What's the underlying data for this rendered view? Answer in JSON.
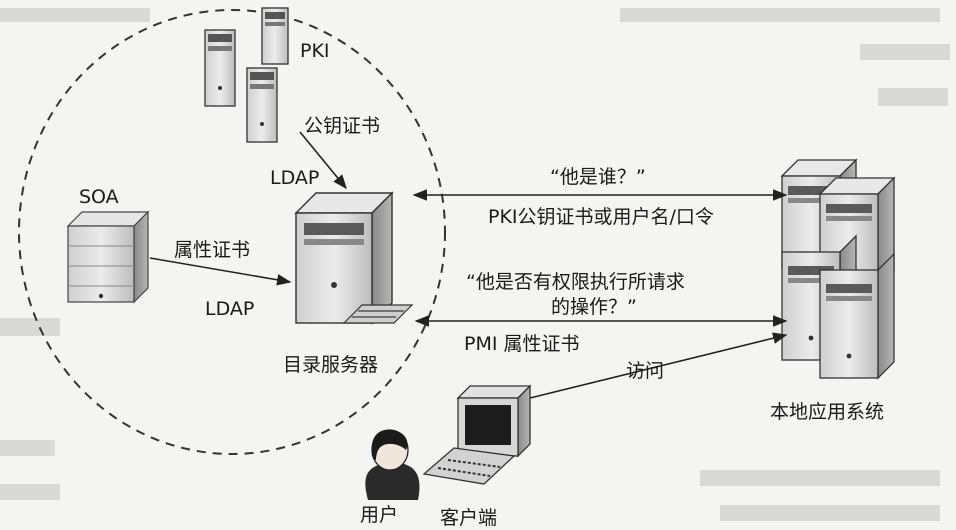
{
  "labels": {
    "pki": "PKI",
    "public_key_cert": "公钥证书",
    "ldap_top": "LDAP",
    "soa": "SOA",
    "attr_cert": "属性证书",
    "ldap_bottom": "LDAP",
    "directory_server": "目录服务器",
    "who_is_he": "“他是谁？”",
    "pki_or_password": "PKI公钥证书或用户名/口令",
    "has_permission_line1": "“他是否有权限执行所请求",
    "has_permission_line2": "的操作？”",
    "pmi_attr_cert": "PMI 属性证书",
    "access": "访问",
    "local_app_system": "本地应用系统",
    "user": "用户",
    "client": "客户端"
  },
  "icons": {
    "pki_servers": "server-tower-icon",
    "soa_server": "server-box-icon",
    "directory_server": "server-tower-icon",
    "local_app_system": "server-rack-icon",
    "client": "computer-icon",
    "user": "user-icon"
  },
  "colors": {
    "line": "#222222",
    "server_fill": "#d8d8d8",
    "server_dark": "#9a9a9a"
  }
}
